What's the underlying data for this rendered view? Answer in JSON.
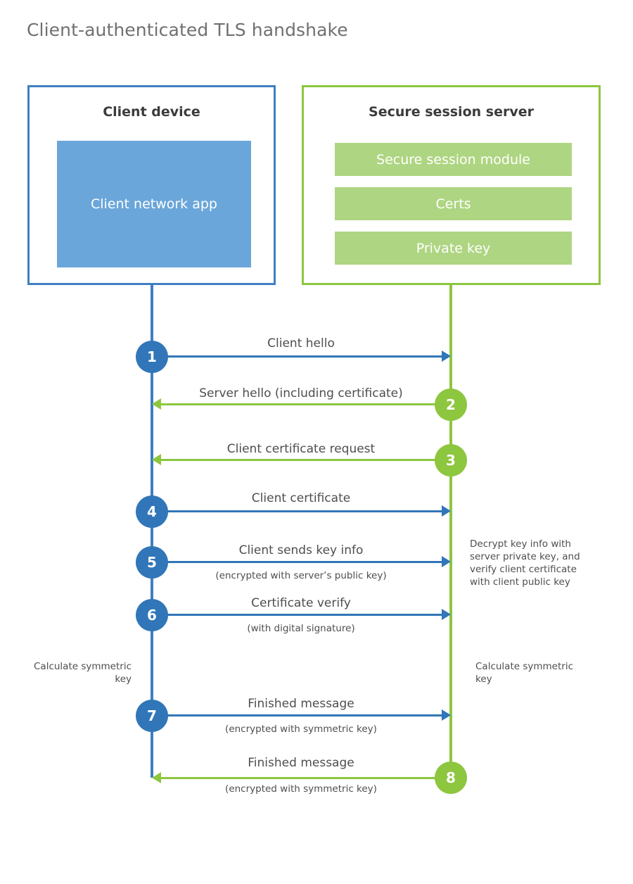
{
  "title": "Client-authenticated TLS handshake",
  "parties": {
    "client": {
      "title": "Client device",
      "accent": "#3f7fc1",
      "blocks": [
        {
          "label": "Client network app",
          "fill": "#6aa6d9"
        }
      ]
    },
    "server": {
      "title": "Secure session server",
      "accent": "#8dc63f",
      "blocks": [
        {
          "label": "Secure session module",
          "fill": "#aed581"
        },
        {
          "label": "Certs",
          "fill": "#aed581"
        },
        {
          "label": "Private key",
          "fill": "#aed581"
        }
      ]
    }
  },
  "steps": [
    {
      "number": "1",
      "label": "Client hello",
      "sublabel": "",
      "direction": "client-to-server",
      "color": "#3176b8"
    },
    {
      "number": "2",
      "label": "Server hello (including certificate)",
      "sublabel": "",
      "direction": "server-to-client",
      "color": "#8dc63f"
    },
    {
      "number": "3",
      "label": "Client certificate request",
      "sublabel": "",
      "direction": "server-to-client",
      "color": "#8dc63f"
    },
    {
      "number": "4",
      "label": "Client certificate",
      "sublabel": "",
      "direction": "client-to-server",
      "color": "#3176b8"
    },
    {
      "number": "5",
      "label": "Client sends key info",
      "sublabel": "(encrypted with server’s public key)",
      "direction": "client-to-server",
      "color": "#3176b8"
    },
    {
      "number": "6",
      "label": "Certificate verify",
      "sublabel": "(with digital signature)",
      "direction": "client-to-server",
      "color": "#3176b8"
    },
    {
      "number": "7",
      "label": "Finished message",
      "sublabel": "(encrypted with symmetric key)",
      "direction": "client-to-server",
      "color": "#3176b8"
    },
    {
      "number": "8",
      "label": "Finished message",
      "sublabel": "(encrypted with symmetric key)",
      "direction": "server-to-client",
      "color": "#8dc63f"
    }
  ],
  "annotations": {
    "server_decrypt": "Decrypt key info with server private key, and verify client certificate with client public key",
    "client_calculate": "Calculate symmetric key",
    "server_calculate": "Calculate symmetric key"
  }
}
